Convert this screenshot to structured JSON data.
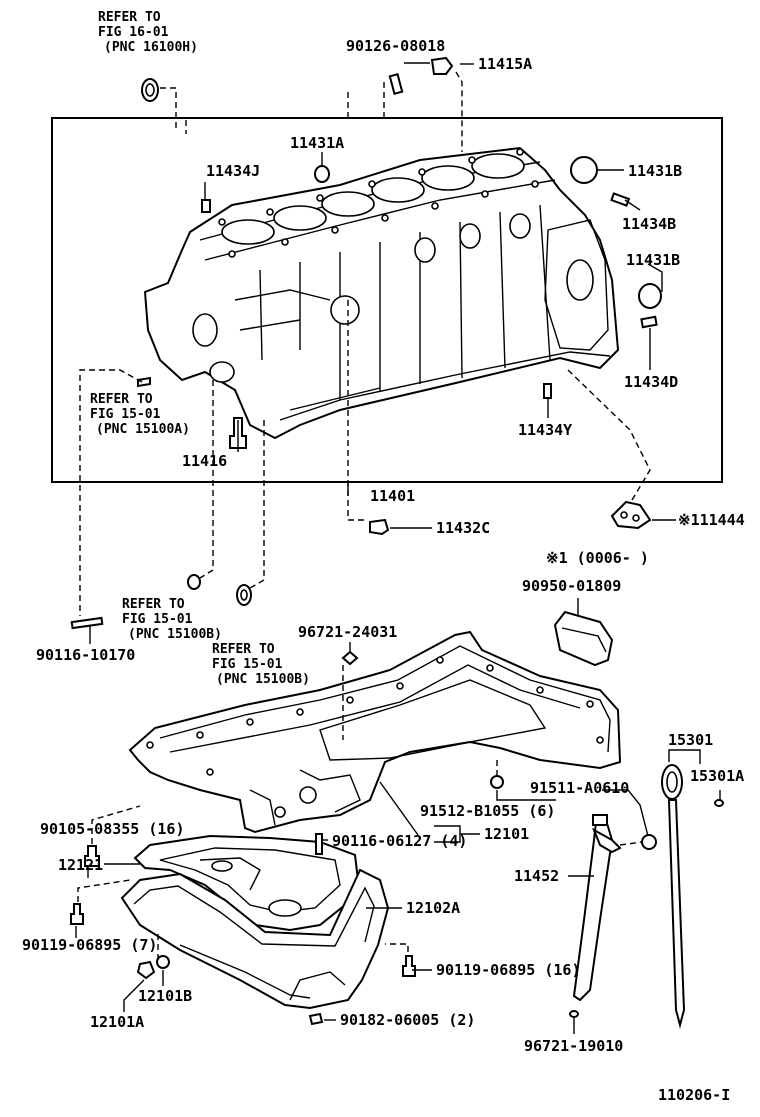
{
  "figure_id": "110206-I",
  "labels": {
    "ref_fig16": [
      "REFER TO",
      "FIG 16-01",
      "(PNC 16100H)"
    ],
    "ref_fig15_a": [
      "REFER TO",
      "FIG 15-01",
      "(PNC 15100A)"
    ],
    "ref_fig15_b1": [
      "REFER TO",
      "FIG 15-01",
      "(PNC 15100B)"
    ],
    "ref_fig15_b2": [
      "REFER TO",
      "FIG 15-01",
      "(PNC 15100B)"
    ],
    "p90126_08018": "90126-08018",
    "p11415A": "11415A",
    "p11431A": "11431A",
    "p11434J": "11434J",
    "p11431B_top": "11431B",
    "p11434B": "11434B",
    "p11431B_mid": "11431B",
    "p11434D": "11434D",
    "p11434Y": "11434Y",
    "p11416": "11416",
    "p11401": "11401",
    "p11432C": "11432C",
    "p111444": "※111444",
    "note1": "※1 (0006-       )",
    "p90950_01809": "90950-01809",
    "p90116_10170": "90116-10170",
    "p96721_24031": "96721-24031",
    "p15301": "15301",
    "p15301A": "15301A",
    "p91511_A0610": "91511-A0610",
    "p91512_B1055": "91512-B1055 (6)",
    "p90105_08355": "90105-08355 (16)",
    "p90116_06127": "90116-06127 (4)",
    "p12101": "12101",
    "p12121": "12121",
    "p12102A": "12102A",
    "p11452": "11452",
    "p90119_06895_7": "90119-06895 (7)",
    "p90119_06895_16": "90119-06895 (16)",
    "p12101B": "12101B",
    "p12101A": "12101A",
    "p90182_06005": "90182-06005 (2)",
    "p96721_19010": "96721-19010"
  }
}
